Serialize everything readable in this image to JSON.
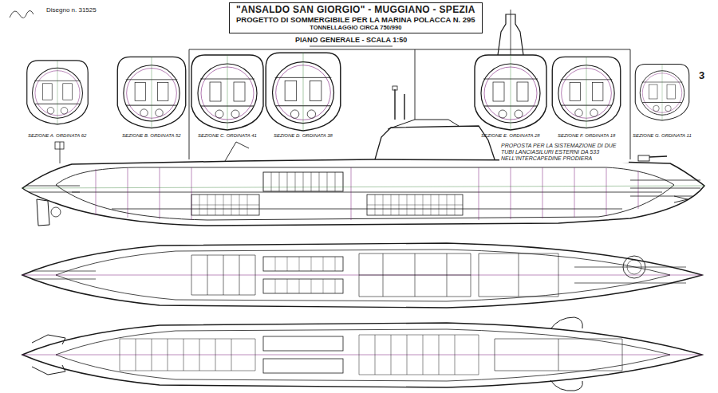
{
  "diagram": {
    "nodes": [
      {
        "text": [
          "\"ANSALDO SAN GIORGIO\" - MUGGIANO - SPEZIA",
          "PROGETTO DI SOMMERGIBILE PER LA MARINA POLACCA N. 295",
          "TONNELLAGGIO CIRCA 750/990"
        ]
      }
    ],
    "labels": [
      "Disegno n. 31525",
      "PIANO GENERALE - SCALA 1:50",
      "SEZIONE A. ORDINATA 62",
      "SEZIONE B. ORDINATA 52",
      "SEZIONE C. ORDINATA 41",
      "SEZIONE D. ORDINATA 38",
      "SEZIONE E. ORDINATA 28",
      "SEZIONE F. ORDINATA 18",
      "SEZIONE G. ORDINATA 11",
      "PROPOSTA PER LA SISTEMAZIONE DI DUE TUBI LANCIASILURI ESTERNI DA 533 NELL'INTERCAPEDINE PRODIERA",
      "3"
    ]
  }
}
